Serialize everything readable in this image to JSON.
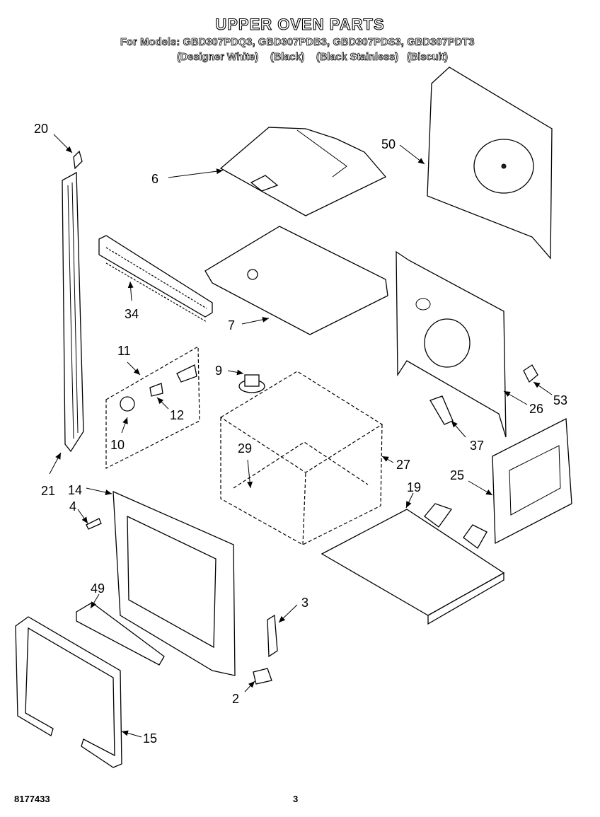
{
  "header": {
    "title": "UPPER OVEN PARTS",
    "models_line": "For Models: GBD307PDQ3, GBD307PDB3, GBD307PDS3, GBD307PDT3",
    "colors": [
      "(Designer White)",
      "(Black)",
      "(Black Stainless)",
      "(Biscuit)"
    ]
  },
  "callouts": {
    "p20": "20",
    "p6": "6",
    "p50": "50",
    "p34": "34",
    "p7": "7",
    "p11": "11",
    "p9": "9",
    "p12": "12",
    "p10": "10",
    "p29": "29",
    "p27": "27",
    "p26": "26",
    "p53": "53",
    "p37": "37",
    "p21": "21",
    "p14": "14",
    "p4": "4",
    "p19": "19",
    "p25": "25",
    "p49": "49",
    "p3": "3",
    "p2": "2",
    "p15": "15"
  },
  "footer": {
    "doc_number": "8177433",
    "page_number": "3"
  }
}
